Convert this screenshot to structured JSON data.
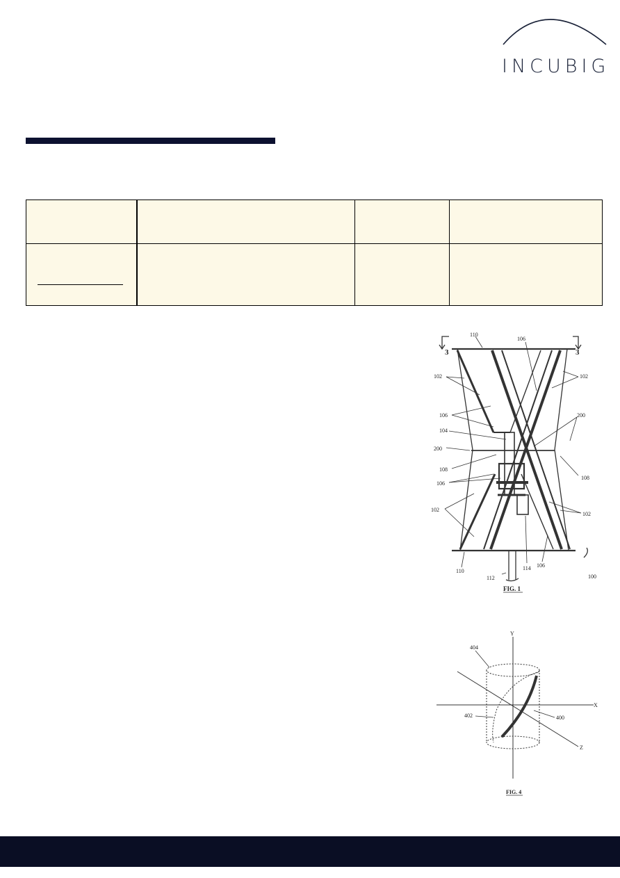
{
  "brand": {
    "name": "INCUBIG",
    "color": "#1a2238"
  },
  "colors": {
    "title_bar": "#0c1130",
    "table_bg": "#fdf9e7",
    "footer": "#0a0e24"
  },
  "fig1": {
    "caption": "FIG. 1",
    "section_marker": "3",
    "labels": {
      "l110": "110",
      "l106": "106",
      "l102": "102",
      "l104": "104",
      "l200": "200",
      "l108": "108",
      "l114": "114",
      "l112": "112",
      "l100": "100"
    }
  },
  "fig4": {
    "caption": "FIG. 4",
    "axes": {
      "x": "X",
      "y": "Y",
      "z": "Z"
    },
    "labels": {
      "l404": "404",
      "l402": "402",
      "l400": "400"
    }
  }
}
